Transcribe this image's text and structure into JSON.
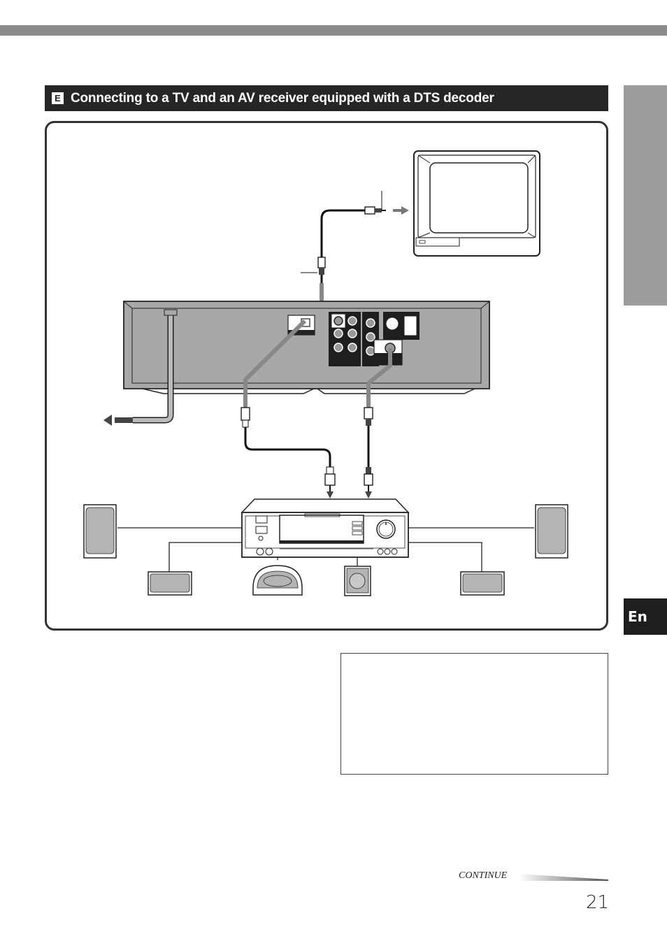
{
  "header": {
    "section_letter": "E",
    "title": "Connecting to a TV and an AV receiver equipped with a DTS decoder"
  },
  "side_tab": {
    "language": "En"
  },
  "footer": {
    "continue_label": "CONTINUE",
    "page_number": "21"
  },
  "colors": {
    "header_bg": "#262626",
    "top_bar": "#8c8c8c",
    "side_tab": "#9c9c9c",
    "lang_tab": "#1e1e1e"
  },
  "diagram": {
    "components": [
      "tv-icon",
      "dvd-player-rear-panel-icon",
      "av-receiver-icon",
      "front-speaker-icon",
      "rear-speaker-icon",
      "center-speaker-icon",
      "subwoofer-icon",
      "power-cord-icon",
      "optical-cable-icon",
      "coaxial-cable-icon",
      "video-cable-icon",
      "arrow-icon"
    ]
  }
}
